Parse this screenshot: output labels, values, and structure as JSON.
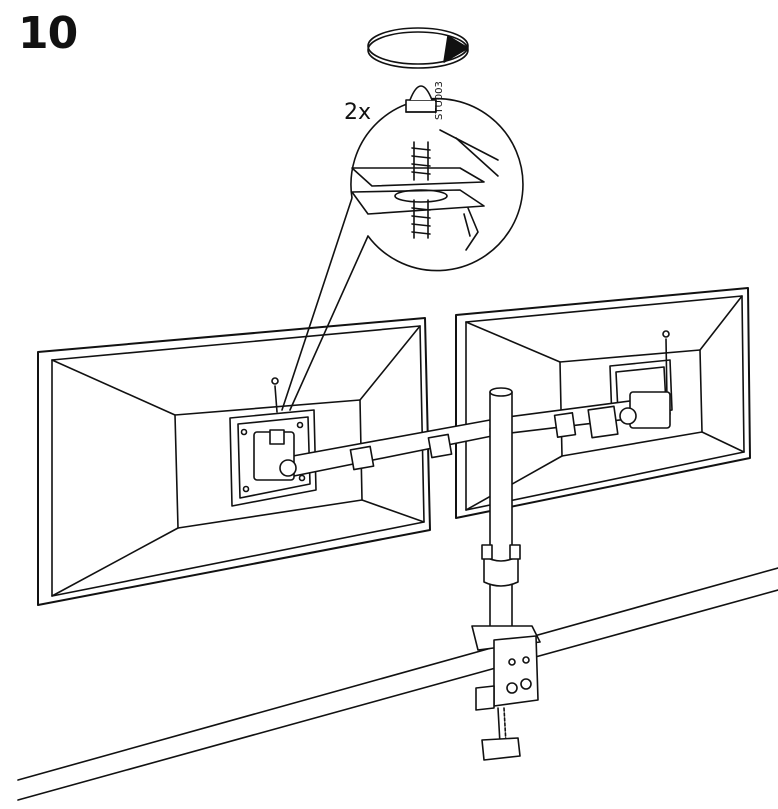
{
  "step": {
    "number": "10"
  },
  "detail": {
    "quantity": "2x",
    "part_code": "STU003"
  }
}
